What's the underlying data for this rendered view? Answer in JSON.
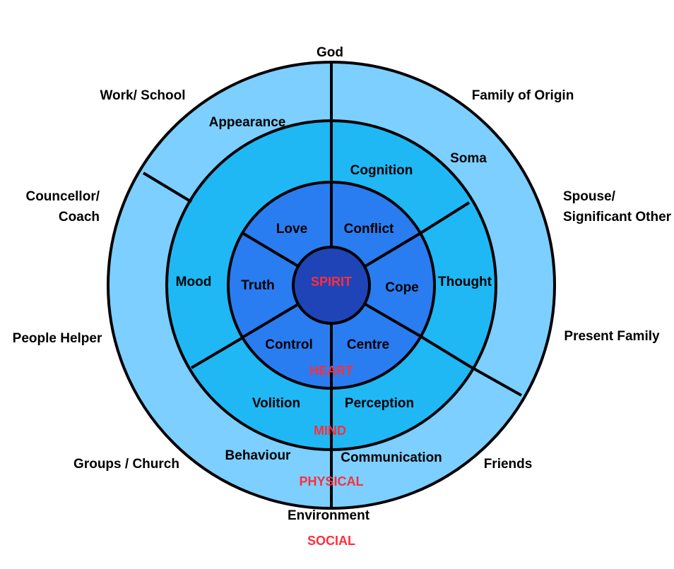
{
  "colors": {
    "outer_ring": "#7ccfff",
    "middle_ring": "#1fb8f5",
    "inner_ring": "#2a7df0",
    "center": "#1f44b8",
    "level_label": "#ff2e3b",
    "outline": "#000000"
  },
  "social_labels": {
    "god": "God",
    "family_of_origin": "Family of Origin",
    "spouse_line1": "Spouse/",
    "spouse_line2": "Significant Other",
    "present_family": "Present Family",
    "friends": "Friends",
    "environment": "Environment",
    "groups_church": "Groups / Church",
    "people_helper": "People Helper",
    "councellor_line1": "Councellor/",
    "councellor_line2": "Coach",
    "work_school": "Work/ School"
  },
  "physical_ring": {
    "appearance": "Appearance",
    "soma": "Soma",
    "behaviour": "Behaviour",
    "communication": "Communication"
  },
  "mind_ring": {
    "cognition": "Cognition",
    "thought": "Thought",
    "perception": "Perception",
    "volition": "Volition",
    "mood": "Mood"
  },
  "heart_ring": {
    "love": "Love",
    "conflict": "Conflict",
    "cope": "Cope",
    "centre": "Centre",
    "control": "Control",
    "truth": "Truth"
  },
  "level_labels": {
    "spirit": "SPIRIT",
    "heart": "HEART",
    "mind": "MIND",
    "physical": "PHYSICAL",
    "social": "SOCIAL"
  }
}
